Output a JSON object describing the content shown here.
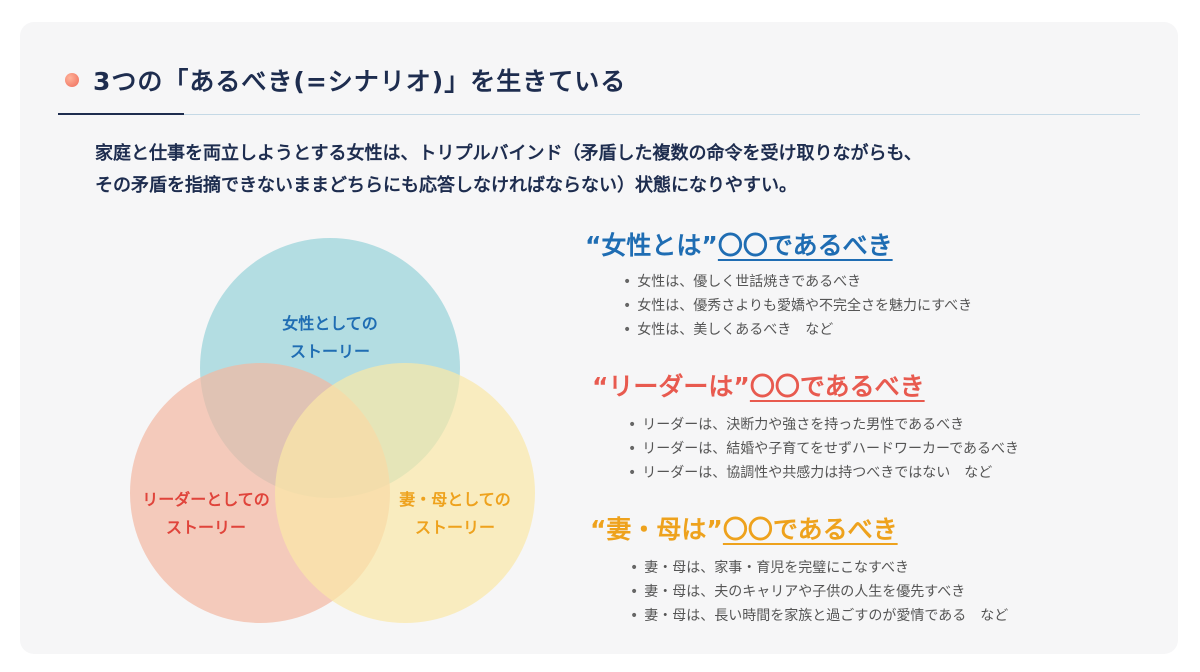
{
  "header": {
    "title": "3つの「あるべき(=シナリオ)」を生きている"
  },
  "lead": {
    "line1": "家庭と仕事を両立しようとする女性は、トリプルバインド（矛盾した複数の命令を受け取りながらも、",
    "line2": "その矛盾を指摘できないままどちらにも応答しなければならない）状態になりやすい。"
  },
  "venn": {
    "woman": {
      "line1": "女性としての",
      "line2": "ストーリー",
      "fill": "#a7d8de",
      "text_color": "#1f6db3"
    },
    "leader": {
      "line1": "リーダーとしての",
      "line2": "ストーリー",
      "fill": "#f4b8a1",
      "text_color": "#e0443b"
    },
    "wife": {
      "line1": "妻・母としての",
      "line2": "ストーリー",
      "fill": "#fbe8a6",
      "text_color": "#eea21d"
    }
  },
  "sections": [
    {
      "head": "“女性とは”",
      "accent": "〇〇であるべき",
      "color": "#1f6db3",
      "items": [
        "女性は、優しく世話焼きであるべき",
        "女性は、優秀さよりも愛嬌や不完全さを魅力にすべき",
        "女性は、美しくあるべき　など"
      ]
    },
    {
      "head": "“リーダーは”",
      "accent": "〇〇であるべき",
      "color": "#e85a4f",
      "items": [
        "リーダーは、決断力や強さを持った男性であるべき",
        "リーダーは、結婚や子育てをせずハードワーカーであるべき",
        "リーダーは、協調性や共感力は持つべきではない　など"
      ]
    },
    {
      "head": "“妻・母は”",
      "accent": "〇〇であるべき",
      "color": "#eea21d",
      "items": [
        "妻・母は、家事・育児を完璧にこなすべき",
        "妻・母は、夫のキャリアや子供の人生を優先すべき",
        "妻・母は、長い時間を家族と過ごすのが愛情である　など"
      ]
    }
  ]
}
